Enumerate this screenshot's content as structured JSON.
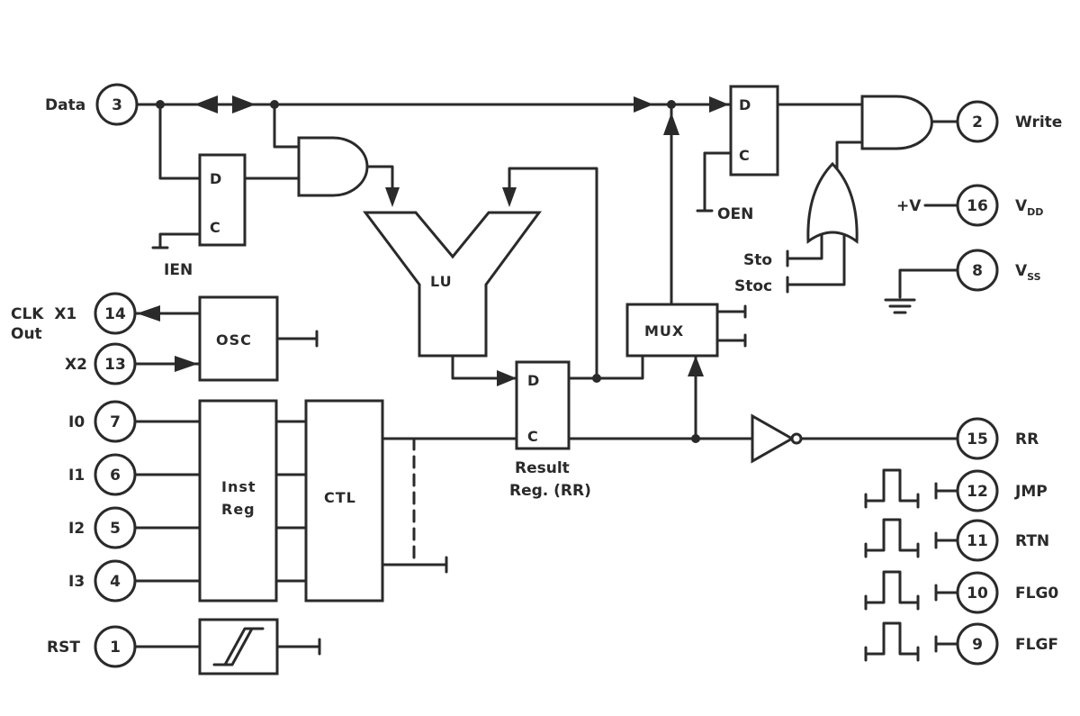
{
  "pins": {
    "p3": {
      "num": "3",
      "label": "Data"
    },
    "p2": {
      "num": "2",
      "label": "Write"
    },
    "p16": {
      "num": "16",
      "label_main": "V",
      "label_sub": "DD",
      "supply": "+V"
    },
    "p8": {
      "num": "8",
      "label_main": "V",
      "label_sub": "SS"
    },
    "p14": {
      "num": "14",
      "label": "CLK  X1",
      "label2": "Out"
    },
    "p13": {
      "num": "13",
      "label": "X2"
    },
    "p7": {
      "num": "7",
      "label": "I0"
    },
    "p6": {
      "num": "6",
      "label": "I1"
    },
    "p5": {
      "num": "5",
      "label": "I2"
    },
    "p4": {
      "num": "4",
      "label": "I3"
    },
    "p1": {
      "num": "1",
      "label": "RST"
    },
    "p15": {
      "num": "15",
      "label": "RR"
    },
    "p12": {
      "num": "12",
      "label": "JMP"
    },
    "p11": {
      "num": "11",
      "label": "RTN"
    },
    "p10": {
      "num": "10",
      "label": "FLG0"
    },
    "p9": {
      "num": "9",
      "label": "FLGF"
    }
  },
  "blocks": {
    "ien_ff": {
      "d": "D",
      "c": "C",
      "label": "IEN"
    },
    "oen_ff": {
      "d": "D",
      "c": "C",
      "label": "OEN"
    },
    "rr_ff": {
      "d": "D",
      "c": "C",
      "label1": "Result",
      "label2": "Reg. (RR)"
    },
    "lu": "LU",
    "mux": "MUX",
    "osc": "OSC",
    "inst_reg": {
      "line1": "Inst",
      "line2": "Reg"
    },
    "ctl": "CTL"
  },
  "inputs": {
    "sto": "Sto",
    "stoc": "Stoc"
  }
}
